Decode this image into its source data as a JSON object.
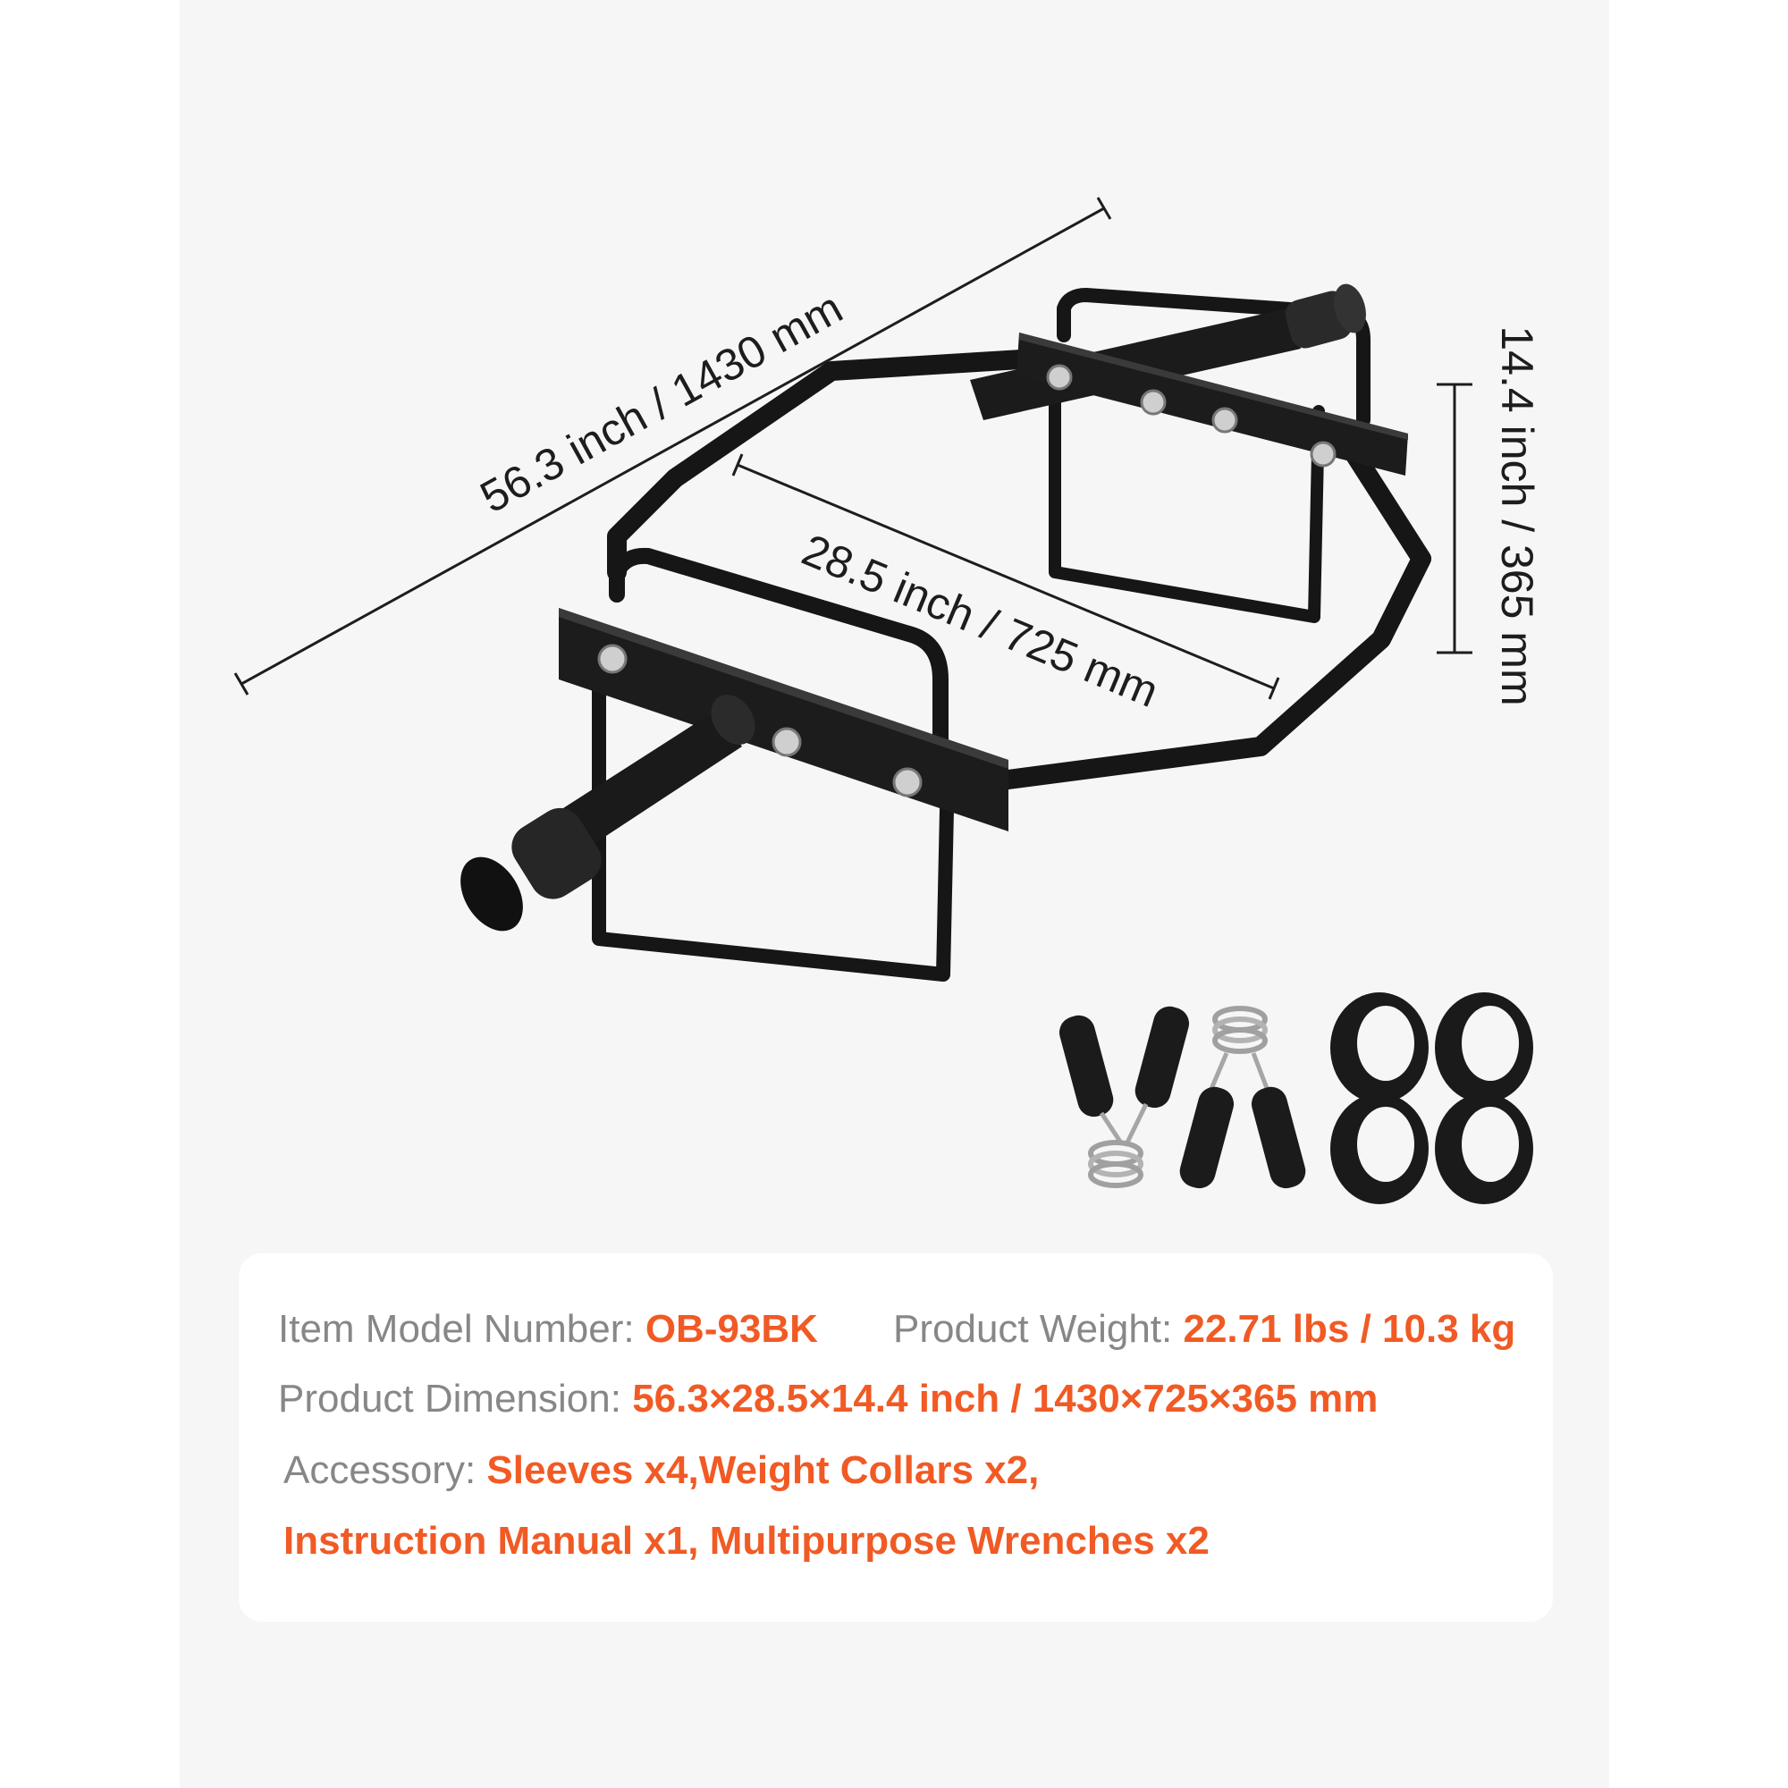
{
  "dimensions": {
    "length": "56.3 inch / 1430 mm",
    "width": "28.5 inch / 725 mm",
    "height": "14.4 inch / 365 mm"
  },
  "specs": {
    "model_label": "Item Model Number:",
    "model_value": "OB-93BK",
    "weight_label": "Product Weight:",
    "weight_value": "22.71 lbs / 10.3 kg",
    "dimension_label": "Product Dimension:",
    "dimension_value": "56.3×28.5×14.4 inch / 1430×725×365 mm",
    "accessory_label": "Accessory:",
    "accessory_value_line1": "Sleeves x4,Weight Collars x2,",
    "accessory_value_line2": "Instruction Manual x1, Multipurpose Wrenches x2"
  },
  "colors": {
    "accent": "#f15a24",
    "label_gray": "#878787",
    "panel_bg": "#f6f6f6"
  }
}
